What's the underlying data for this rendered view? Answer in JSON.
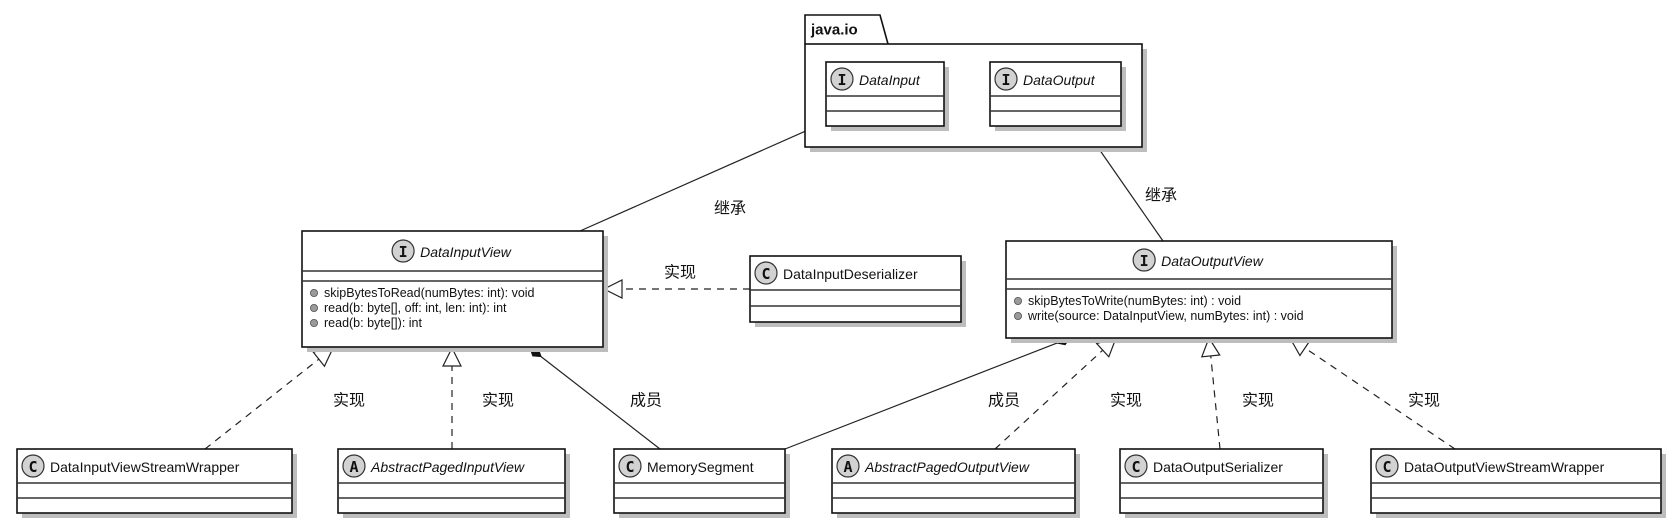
{
  "package": {
    "label": "java.io"
  },
  "classes": {
    "DataInput": {
      "stereotype": "I",
      "name": "DataInput",
      "italic": true,
      "members": []
    },
    "DataOutput": {
      "stereotype": "I",
      "name": "DataOutput",
      "italic": true,
      "members": []
    },
    "DataInputView": {
      "stereotype": "I",
      "name": "DataInputView",
      "italic": true,
      "members": [
        "skipBytesToRead(numBytes: int): void",
        "read(b: byte[], off: int, len: int): int",
        "read(b: byte[]): int"
      ]
    },
    "DataOutputView": {
      "stereotype": "I",
      "name": "DataOutputView",
      "italic": true,
      "members": [
        "skipBytesToWrite(numBytes: int) : void",
        "write(source: DataInputView, numBytes: int) : void"
      ]
    },
    "DataInputDeserializer": {
      "stereotype": "C",
      "name": "DataInputDeserializer",
      "italic": false,
      "members": []
    },
    "DataInputViewStreamWrapper": {
      "stereotype": "C",
      "name": "DataInputViewStreamWrapper",
      "italic": false,
      "members": []
    },
    "AbstractPagedInputView": {
      "stereotype": "A",
      "name": "AbstractPagedInputView",
      "italic": true,
      "members": []
    },
    "MemorySegment": {
      "stereotype": "C",
      "name": "MemorySegment",
      "italic": false,
      "members": []
    },
    "AbstractPagedOutputView": {
      "stereotype": "A",
      "name": "AbstractPagedOutputView",
      "italic": true,
      "members": []
    },
    "DataOutputSerializer": {
      "stereotype": "C",
      "name": "DataOutputSerializer",
      "italic": false,
      "members": []
    },
    "DataOutputViewStreamWrapper": {
      "stereotype": "C",
      "name": "DataOutputViewStreamWrapper",
      "italic": false,
      "members": []
    }
  },
  "relations": [
    {
      "from": "DataInputView",
      "to": "DataInput",
      "type": "inheritance",
      "label": "继承"
    },
    {
      "from": "DataOutputView",
      "to": "DataOutput",
      "type": "inheritance",
      "label": "继承"
    },
    {
      "from": "DataInputDeserializer",
      "to": "DataInputView",
      "type": "realization",
      "label": "实现"
    },
    {
      "from": "DataInputViewStreamWrapper",
      "to": "DataInputView",
      "type": "realization",
      "label": "实现"
    },
    {
      "from": "AbstractPagedInputView",
      "to": "DataInputView",
      "type": "realization",
      "label": "实现"
    },
    {
      "from": "MemorySegment",
      "to": "DataInputView",
      "type": "composition",
      "label": "成员"
    },
    {
      "from": "MemorySegment",
      "to": "DataOutputView",
      "type": "composition",
      "label": "成员"
    },
    {
      "from": "AbstractPagedOutputView",
      "to": "DataOutputView",
      "type": "realization",
      "label": "实现"
    },
    {
      "from": "DataOutputSerializer",
      "to": "DataOutputView",
      "type": "realization",
      "label": "实现"
    },
    {
      "from": "DataOutputViewStreamWrapper",
      "to": "DataOutputView",
      "type": "realization",
      "label": "实现"
    }
  ]
}
